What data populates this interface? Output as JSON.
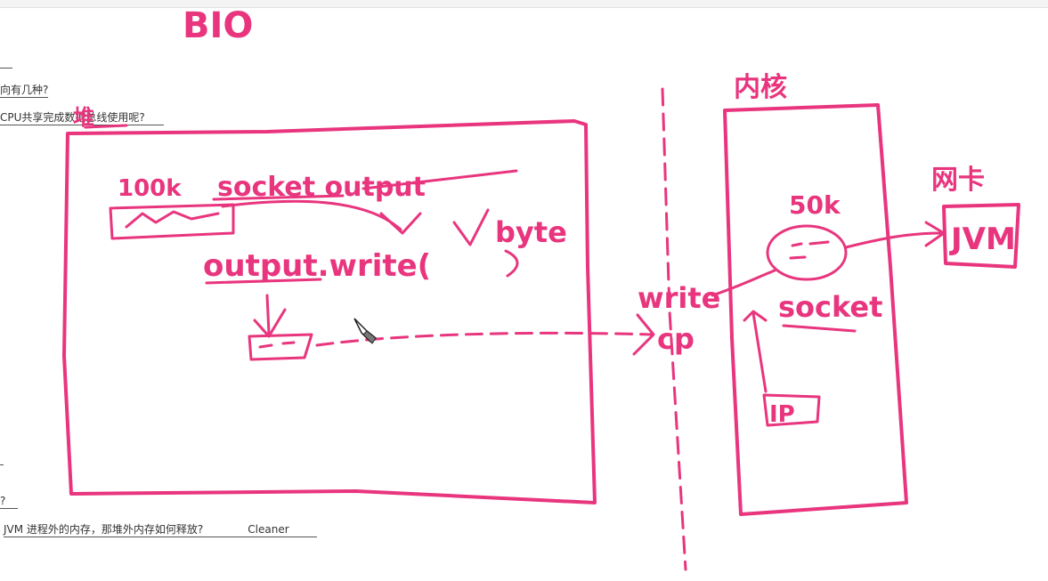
{
  "notes": {
    "line1": "向有几种?",
    "line2": "CPU共享完成数据总线使用呢?",
    "line3": "?",
    "line4_question": "JVM 进程外的内存，那堆外内存如何释放?",
    "line4_answer": "Cleaner"
  },
  "drawing": {
    "title": "BIO",
    "heap_label": "堆",
    "kernel_label": "内核",
    "nic_label": "网卡",
    "size_100k": "100k",
    "socket_output": "socket output",
    "output_write": "output.write(",
    "byte_label": "byte",
    "write_label": "write",
    "cp_label": "cp",
    "size_50k": "50k",
    "socket_label": "socket",
    "ip_label": "IP",
    "nic_box_label": "JVM"
  },
  "colors": {
    "ink": "#e8357e",
    "notes_text": "#333333"
  }
}
